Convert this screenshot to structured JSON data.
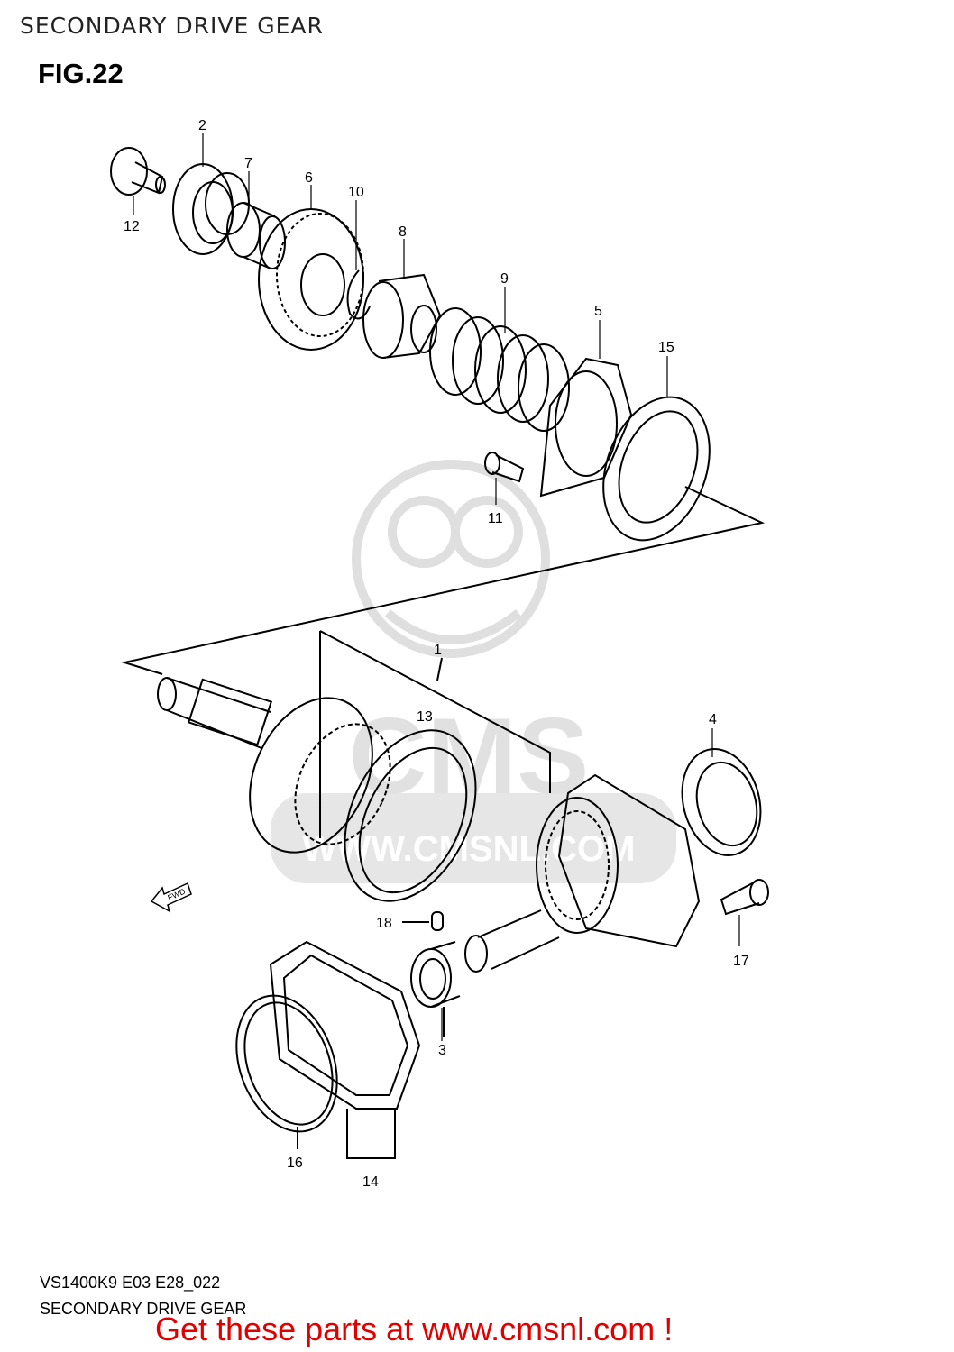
{
  "header": {
    "title": "SECONDARY DRIVE GEAR"
  },
  "figure": {
    "label": "FIG.22"
  },
  "watermark": {
    "brand": "CMS",
    "url": "WWW.CMSNL.COM"
  },
  "direction_marker": {
    "text": "FWD"
  },
  "parts": [
    {
      "id": "part-1",
      "number": "1"
    },
    {
      "id": "part-2",
      "number": "2"
    },
    {
      "id": "part-3",
      "number": "3"
    },
    {
      "id": "part-4",
      "number": "4"
    },
    {
      "id": "part-5",
      "number": "5"
    },
    {
      "id": "part-6",
      "number": "6"
    },
    {
      "id": "part-7",
      "number": "7"
    },
    {
      "id": "part-8",
      "number": "8"
    },
    {
      "id": "part-9",
      "number": "9"
    },
    {
      "id": "part-10",
      "number": "10"
    },
    {
      "id": "part-11",
      "number": "11"
    },
    {
      "id": "part-12",
      "number": "12"
    },
    {
      "id": "part-13",
      "number": "13"
    },
    {
      "id": "part-14",
      "number": "14"
    },
    {
      "id": "part-15",
      "number": "15"
    },
    {
      "id": "part-16",
      "number": "16"
    },
    {
      "id": "part-17",
      "number": "17"
    },
    {
      "id": "part-18",
      "number": "18"
    }
  ],
  "footer": {
    "model_code": "VS1400K9 E03 E28_022",
    "caption": "SECONDARY DRIVE GEAR",
    "link_text": "Get these parts at www.cmsnl.com !"
  },
  "colors": {
    "link": "#e00000",
    "watermark": "#d8d8d8"
  }
}
